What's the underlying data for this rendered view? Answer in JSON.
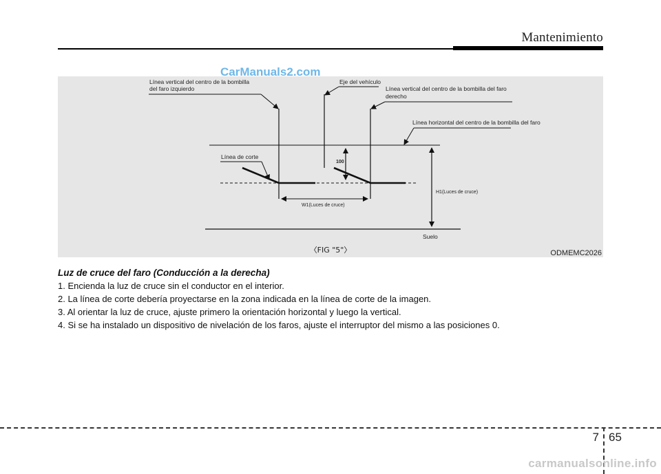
{
  "header": {
    "title": "Mantenimiento"
  },
  "figure": {
    "labels": {
      "left_vertical_line_1": "Línea vertical del centro de la bombilla",
      "left_vertical_line_2": "del faro izquierdo",
      "vehicle_axis": "Eje del vehículo",
      "right_vertical_line_1": "Línea vertical del centro de la bombilla del faro",
      "right_vertical_line_2": "derecho",
      "horizontal_line": "Línea horizontal del centro de la bombilla del faro",
      "cutoff_line": "Línea de corte",
      "offset_value": "100",
      "h1_label": "H1(Luces de cruce)",
      "w1_label": "W1(Luces de cruce)",
      "ground": "Suelo"
    },
    "caption": "〈FIG \"5\"〉",
    "code": "ODMEMC2026"
  },
  "watermarks": {
    "top": "CarManuals2.com",
    "bottom": "carmanualsonline.info"
  },
  "instructions": {
    "subtitle": "Luz de cruce del faro (Conducción a la derecha)",
    "steps": [
      "1. Encienda la luz de cruce sin el conductor en el interior.",
      "2. La línea de corte debería proyectarse en la zona indicada en la línea de corte de la imagen.",
      "3. Al orientar la luz de cruce, ajuste primero la orientación horizontal y luego la vertical.",
      "4. Si se ha instalado un dispositivo de nivelación de los faros, ajuste el interruptor del mismo a las posiciones 0."
    ]
  },
  "footer": {
    "section": "7",
    "page": "65"
  },
  "colors": {
    "figure_background": "#e6e6e6",
    "watermark_top": "#5fb0e6",
    "watermark_bottom": "#c8c8c8"
  }
}
